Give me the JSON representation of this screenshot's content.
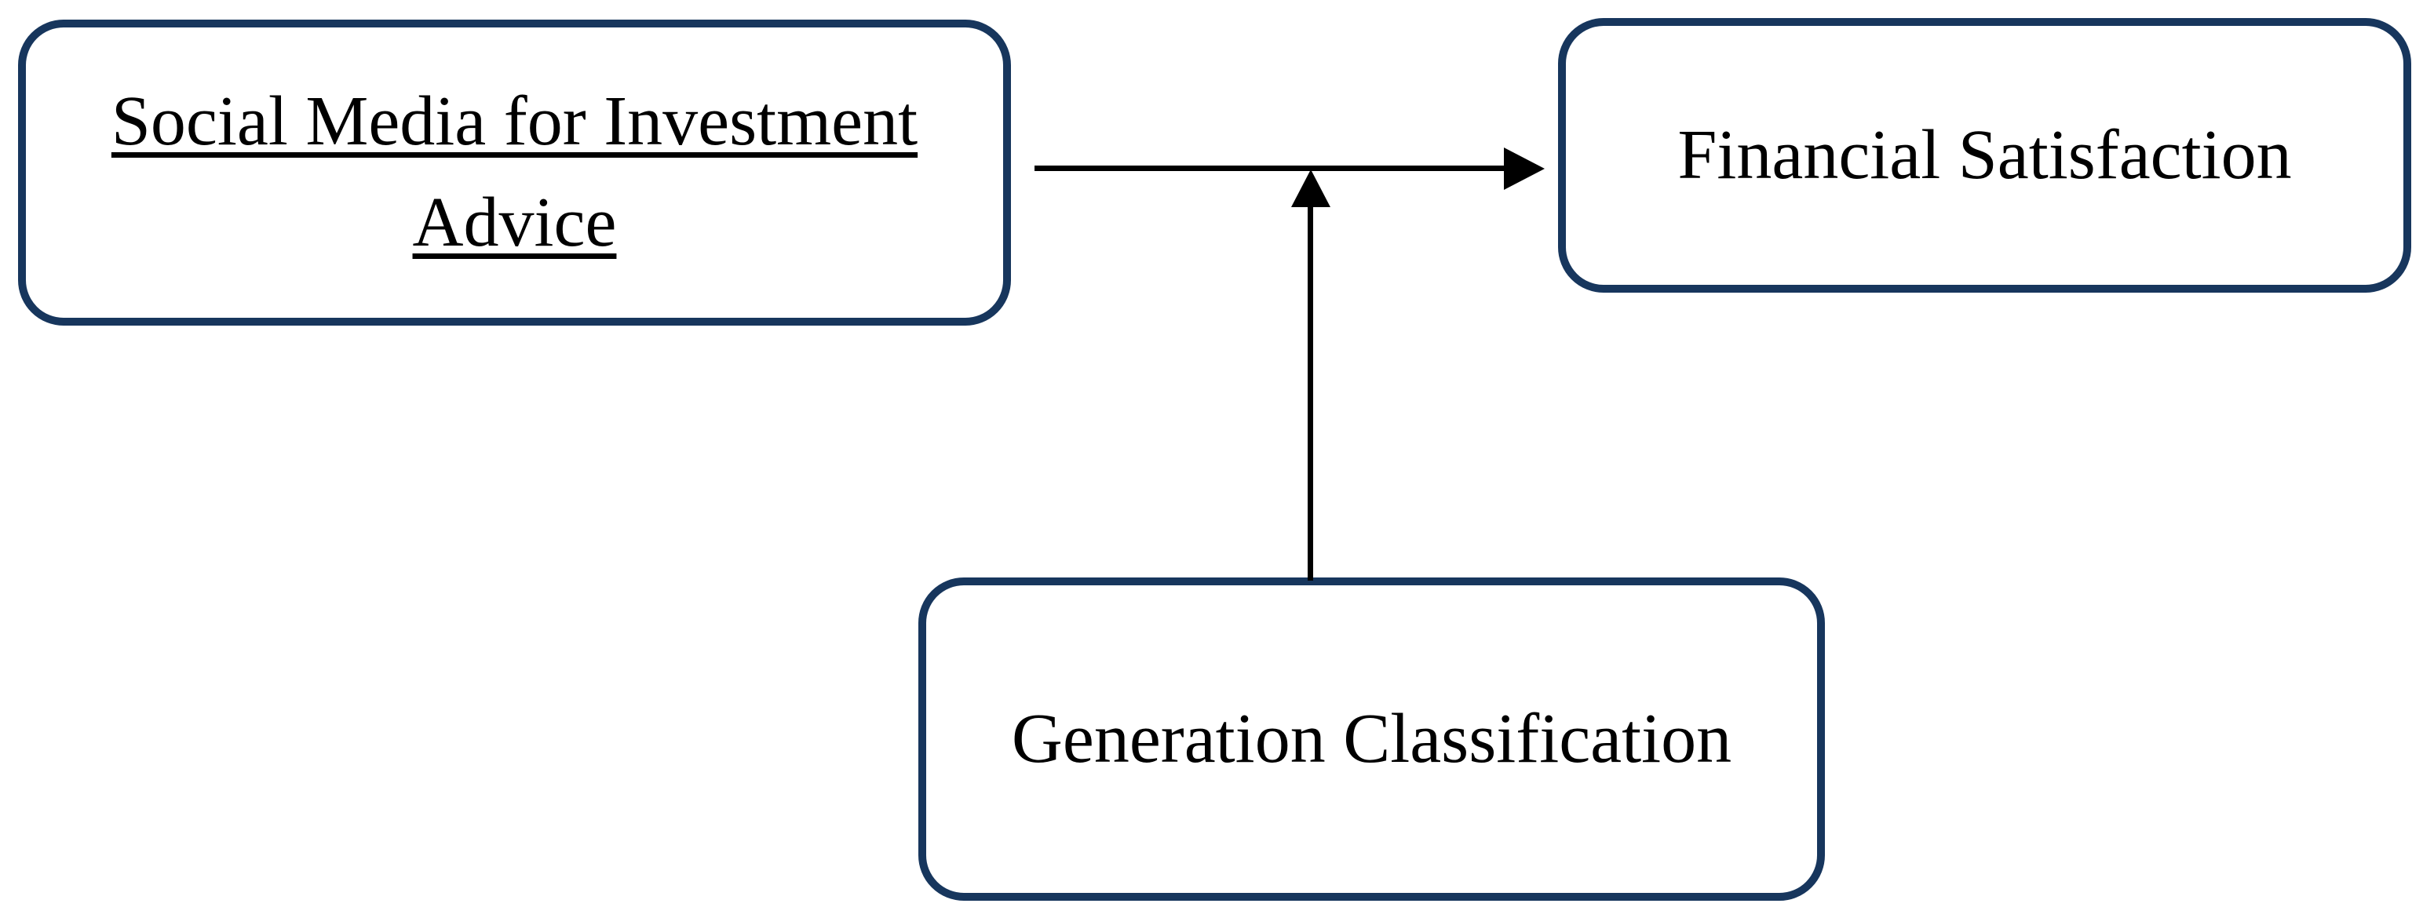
{
  "figure": {
    "type": "moderation-model-diagram",
    "background_color": "#ffffff",
    "box_border_color": "#17365d",
    "text_color": "#000000",
    "arrow_color": "#000000",
    "boxes": [
      {
        "id": "social-media-for-investment-advice",
        "line1": "Social Media for Investment",
        "line2": "Advice",
        "underlined": true
      },
      {
        "id": "financial-satisfaction",
        "label": "Financial Satisfaction",
        "underlined": false
      },
      {
        "id": "generation-classification",
        "label": "Generation Classification",
        "underlined": false
      }
    ],
    "arrows": [
      {
        "id": "direct-effect",
        "from": "social-media-for-investment-advice",
        "to": "financial-satisfaction",
        "direction": "right"
      },
      {
        "id": "moderation-effect",
        "from": "generation-classification",
        "to": "direct-effect",
        "direction": "up"
      }
    ]
  }
}
